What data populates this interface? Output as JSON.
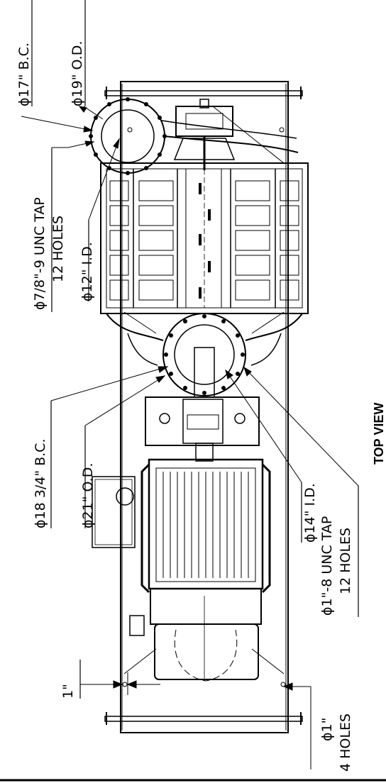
{
  "labels": {
    "bc_17": "ϕ17\" B.C.",
    "od_19": "ϕ19\" O.D.",
    "tap_78": "ϕ7/8\"-9 UNC TAP",
    "tap_78_holes": "12 HOLES",
    "id_12": "ϕ12\" I.D.",
    "bc_18_34": "ϕ18 3/4\" B.C.",
    "od_21": "ϕ21\" O.D.",
    "id_14": "ϕ14\" I.D.",
    "tap_1": "ϕ1\"-8 UNC TAP",
    "tap_1_holes": "12 HOLES",
    "view_title": "TOP VIEW",
    "dim_1": "1\"",
    "hole_1": "ϕ1\"",
    "hole_1_count": "4 HOLES"
  }
}
